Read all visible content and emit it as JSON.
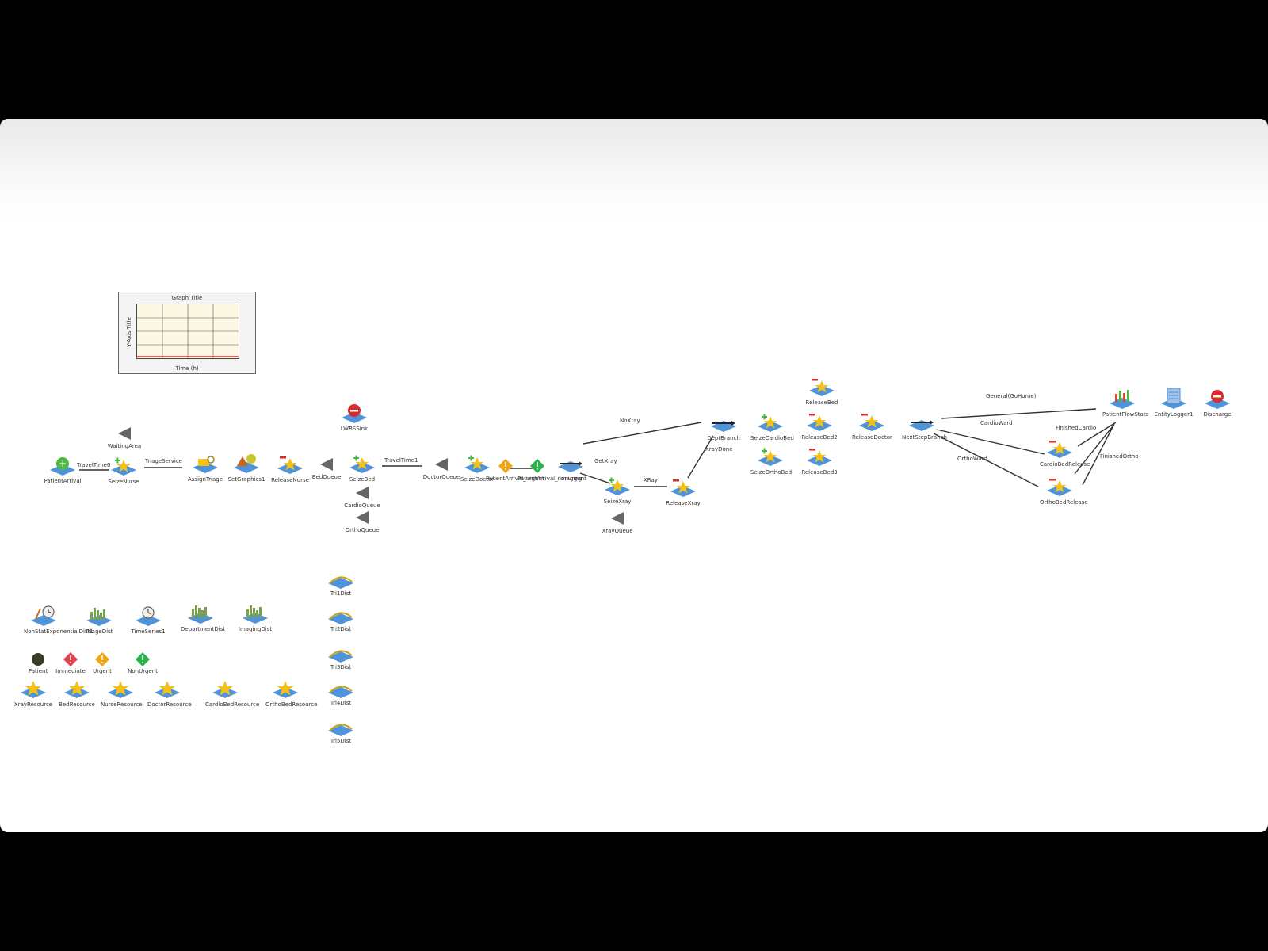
{
  "graph": {
    "title": "Graph Title",
    "x_axis_title": "Time (h)",
    "y_axis_title": "Y-Axis Title"
  },
  "flow_nodes": {
    "patient_arrival": "PatientArrival",
    "waiting_area": "WaitingArea",
    "seize_nurse": "SeizeNurse",
    "assign_triage": "AssignTriage",
    "set_graphics": "SetGraphics1",
    "release_nurse": "ReleaseNurse",
    "bed_queue": "BedQueue",
    "lwbs_sink": "LWBSSink",
    "seize_bed": "SeizeBed",
    "cardio_queue": "CardioQueue",
    "ortho_queue": "OrthoQueue",
    "doctor_queue": "DoctorQueue",
    "seize_doctor": "SeizeDoctor",
    "patient_arrival_urgent": "PatientArrival_urgent",
    "patient_arrival_nonurgent": "PatientArrival_nonurgent",
    "imaging": "Imaging",
    "seize_xray": "SeizeXray",
    "xray_queue": "XrayQueue",
    "release_xray": "ReleaseXray",
    "dept_branch": "DeptBranch",
    "seize_cardio_bed": "SeizeCardioBed",
    "seize_ortho_bed": "SeizeOrthoBed",
    "release_bed": "ReleaseBed",
    "release_bed2": "ReleaseBed2",
    "release_bed3": "ReleaseBed3",
    "release_doctor": "ReleaseDoctor",
    "next_step_branch": "NextStepBranch",
    "cardio_bed_release": "CardioBedRelease",
    "ortho_bed_release": "OrthoBedRelease",
    "patient_flow_stats": "PatientFlowStats",
    "entity_logger": "EntityLogger1",
    "discharge": "Discharge"
  },
  "connectors": {
    "travel_time0": "TravelTime0",
    "triage_service": "TriageService",
    "travel_time1": "TravelTime1",
    "no_xray": "NoXray",
    "get_xray": "GetXray",
    "xray": "XRay",
    "xray_done": "XrayDone",
    "general": "General(GoHome)",
    "cardio_ward": "CardioWard",
    "ortho_ward": "OrthoWard",
    "finished_cardio": "FinishedCardio",
    "finished_ortho": "FinishedOrtho"
  },
  "library": {
    "distributions": [
      "NonStatExponentialDist1",
      "TriageDist",
      "TimeSeries1",
      "DepartmentDist",
      "ImagingDist"
    ],
    "entities": [
      "Patient",
      "Immediate",
      "Urgent",
      "NonUrgent"
    ],
    "resources": [
      "XrayResource",
      "BedResource",
      "NurseResource",
      "DoctorResource",
      "CardioBedResource",
      "OrthoBedResource"
    ],
    "tri_dists": [
      "Tri1Dist",
      "Tri2Dist",
      "Tri3Dist",
      "Tri4Dist",
      "Tri5Dist"
    ]
  },
  "colors": {
    "canvas_background": "#ffffff",
    "window_frame": "#000000",
    "block_blue": "#4f93d8",
    "star_yellow": "#f3c21a",
    "seize_green": "#4cb944",
    "release_red": "#d92a2a",
    "queue_gray": "#666666",
    "urgent_orange": "#f3a412",
    "immediate_red": "#e8404a",
    "nonurgent_green": "#28b34b",
    "patient_dark": "#3a3a2a"
  }
}
